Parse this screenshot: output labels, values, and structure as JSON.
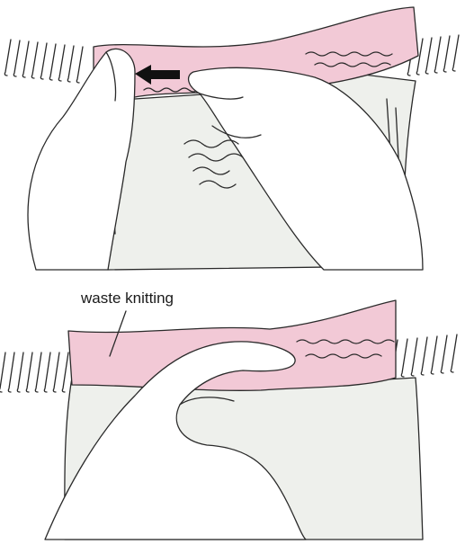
{
  "labels": {
    "waste_knitting": "waste knitting"
  },
  "colors": {
    "waste_knitting_fill": "#f2c9d6",
    "fabric_fill": "#eef0ec",
    "outline": "#2a2a2a",
    "arrow": "#111111"
  },
  "panels": [
    {
      "id": "upper",
      "arrow_direction": "left"
    },
    {
      "id": "lower"
    }
  ]
}
